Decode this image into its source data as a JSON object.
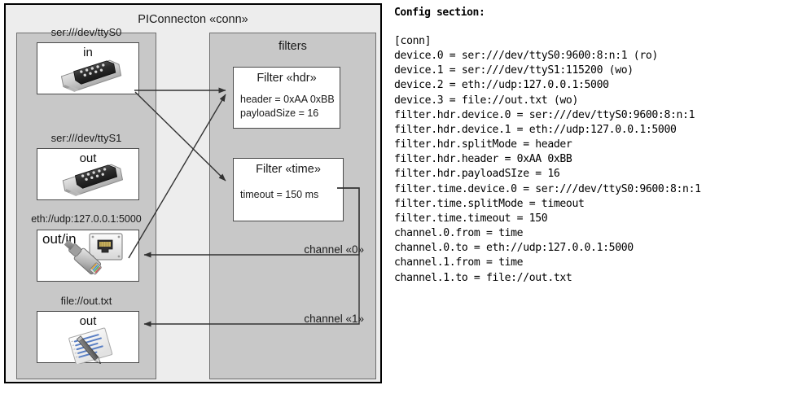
{
  "diagram": {
    "title": "PIConnecton «conn»",
    "devices_group": {
      "title": "",
      "devices": [
        {
          "label": "ser:///dev/ttyS0",
          "direction": "in",
          "icon": "serial-port-icon"
        },
        {
          "label": "ser:///dev/ttyS1",
          "direction": "out",
          "icon": "serial-port-icon"
        },
        {
          "label": "eth://udp:127.0.0.1:5000",
          "direction": "out/in",
          "icon": "ethernet-socket-icon"
        },
        {
          "label": "file://out.txt",
          "direction": "out",
          "icon": "text-file-icon"
        }
      ]
    },
    "filters_group": {
      "title": "filters",
      "filters": [
        {
          "title": "Filter «hdr»",
          "props": [
            "header = 0xAA 0xBB",
            "payloadSize = 16"
          ]
        },
        {
          "title": "Filter «time»",
          "props": [
            "timeout = 150 ms"
          ]
        }
      ]
    },
    "channels": [
      {
        "label": "channel «0»"
      },
      {
        "label": "channel «1»"
      }
    ]
  },
  "config": {
    "heading": "Config section:",
    "lines": [
      "[conn]",
      "device.0 = ser:///dev/ttyS0:9600:8:n:1 (ro)",
      "device.1 = ser:///dev/ttyS1:115200 (wo)",
      "device.2 = eth://udp:127.0.0.1:5000",
      "device.3 = file://out.txt (wo)",
      "filter.hdr.device.0 = ser:///dev/ttyS0:9600:8:n:1",
      "filter.hdr.device.1 = eth://udp:127.0.0.1:5000",
      "filter.hdr.splitMode = header",
      "filter.hdr.header = 0xAA 0xBB",
      "filter.hdr.payloadSIze = 16",
      "filter.time.device.0 = ser:///dev/ttyS0:9600:8:n:1",
      "filter.time.splitMode = timeout",
      "filter.time.timeout = 150",
      "channel.0.from = time",
      "channel.0.to = eth://udp:127.0.0.1:5000",
      "channel.1.from = time",
      "channel.1.to = file://out.txt"
    ]
  },
  "colors": {
    "outer_bg": "#ededed",
    "group_bg": "#c8c8c8",
    "box_bg": "#ffffff",
    "border": "#4a4a4a",
    "line": "#333333"
  }
}
